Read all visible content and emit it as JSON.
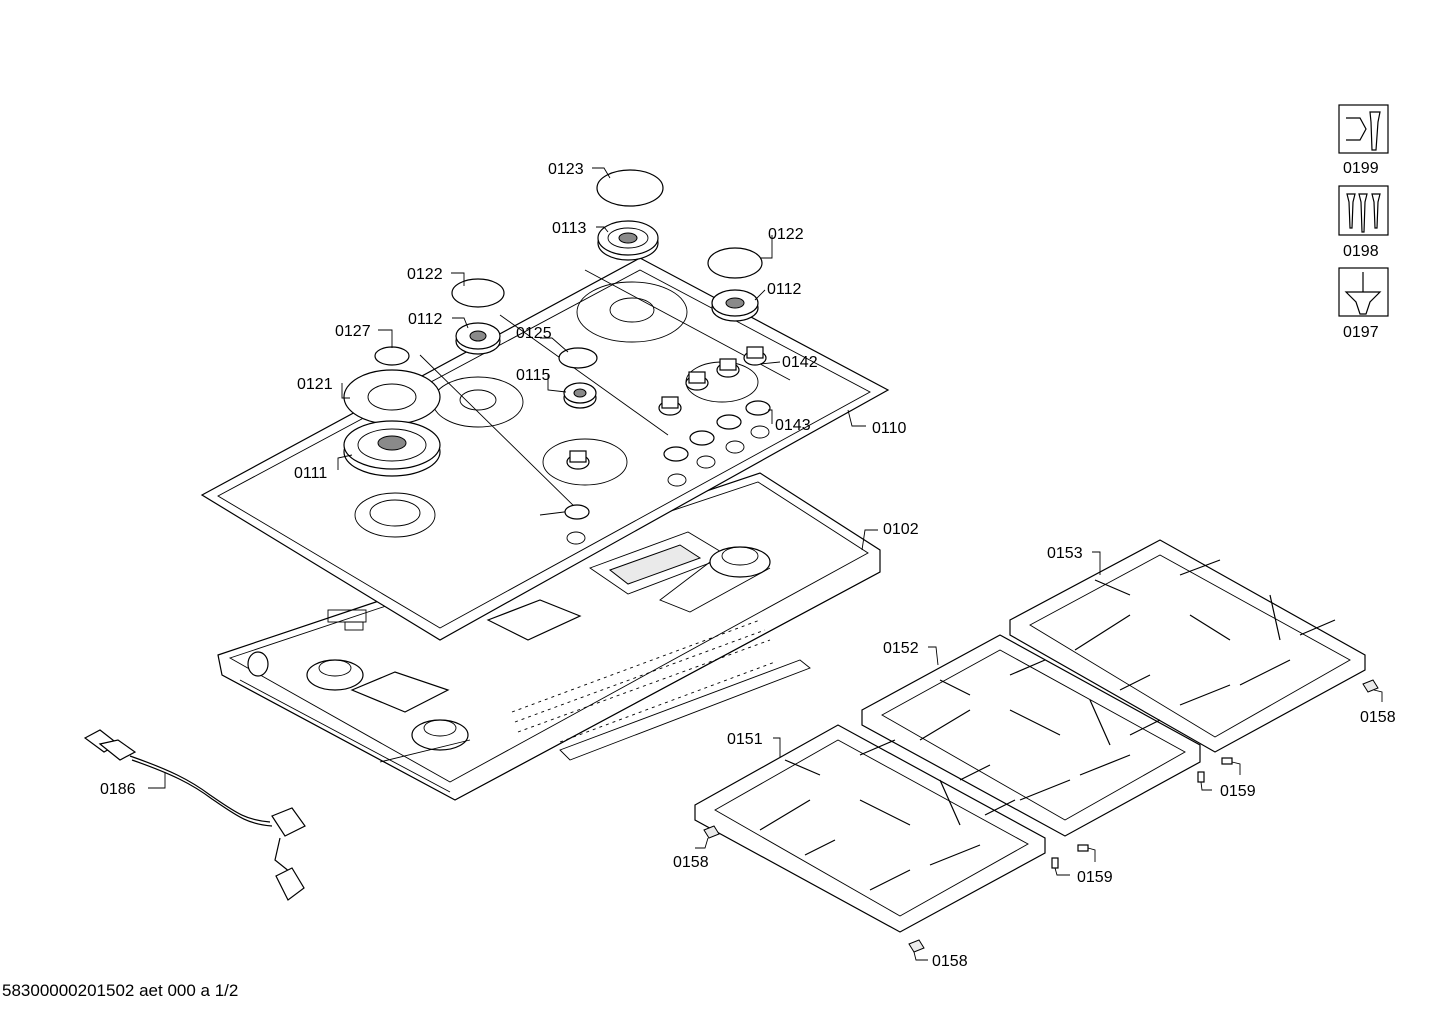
{
  "footer": "58300000201502 aet 000 a  1/2",
  "labels": {
    "l0123": "0123",
    "l0113": "0113",
    "l0122a": "0122",
    "l0122b": "0122",
    "l0112a": "0112",
    "l0112b": "0112",
    "l0127": "0127",
    "l0125": "0125",
    "l0121": "0121",
    "l0115": "0115",
    "l0142": "0142",
    "l0143": "0143",
    "l0110": "0110",
    "l0111": "0111",
    "l0102": "0102",
    "l0153": "0153",
    "l0152": "0152",
    "l0151": "0151",
    "l0158a": "0158",
    "l0158b": "0158",
    "l0158c": "0158",
    "l0159a": "0159",
    "l0159b": "0159",
    "l0186": "0186",
    "l0199": "0199",
    "l0198": "0198",
    "l0197": "0197"
  }
}
